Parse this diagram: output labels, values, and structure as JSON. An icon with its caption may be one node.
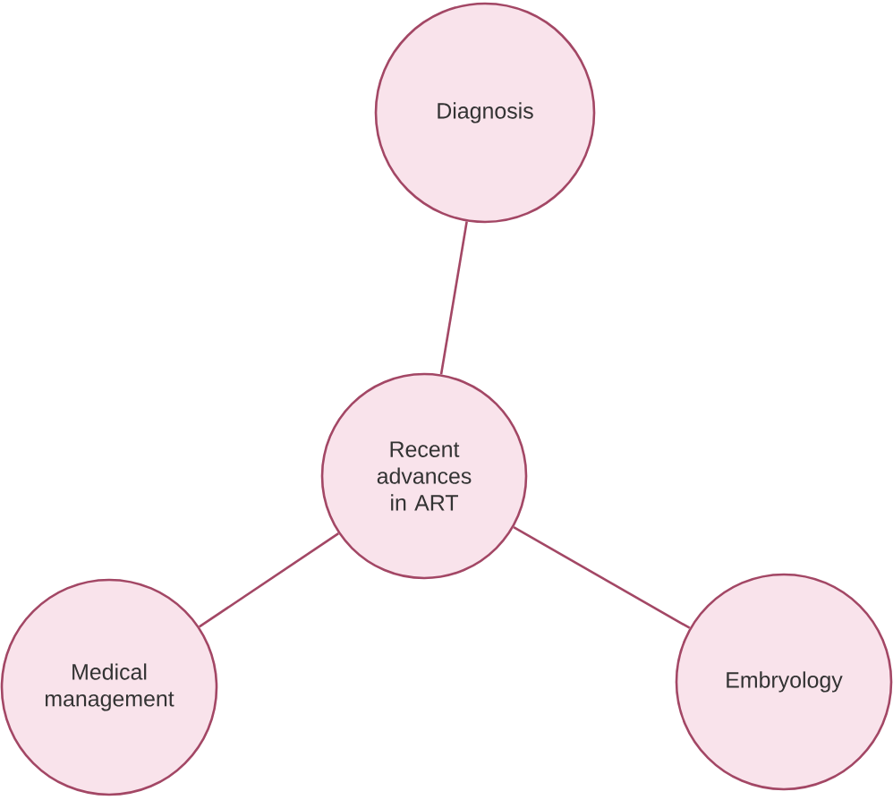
{
  "diagram": {
    "nodes": [
      {
        "text": [
          "Diagnosis"
        ]
      },
      {
        "text": [
          "Recent advances in ART"
        ]
      },
      {
        "text": [
          "Medical management"
        ]
      },
      {
        "text": [
          "Embryology"
        ]
      }
    ],
    "edges": [
      {
        "from": 0,
        "to": 1,
        "arrow": "none"
      },
      {
        "from": 1,
        "to": 2,
        "arrow": "none"
      },
      {
        "from": 1,
        "to": 3,
        "arrow": "none"
      }
    ]
  }
}
